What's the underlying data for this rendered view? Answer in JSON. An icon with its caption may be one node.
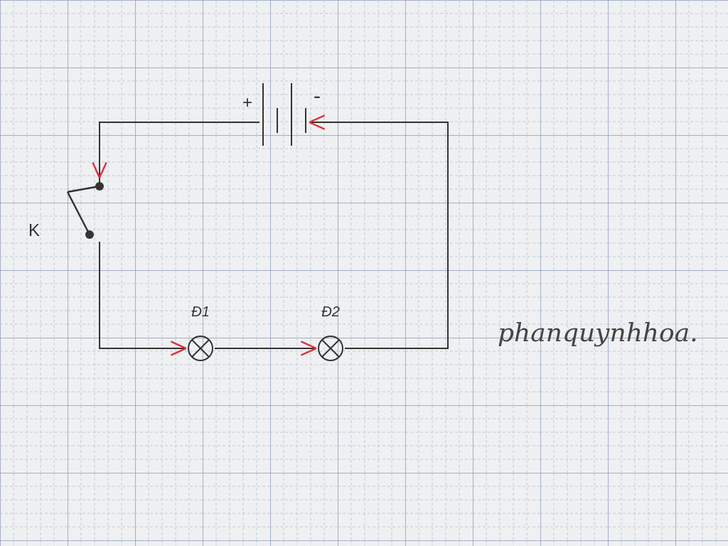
{
  "diagram": {
    "nodes": [
      {
        "text": [
          "+",
          "-"
        ]
      },
      {
        "text": [
          "K"
        ]
      },
      {
        "text": [
          "Đ1"
        ]
      },
      {
        "text": [
          "Đ2"
        ]
      }
    ],
    "edges": [
      {
        "from": 0,
        "to": 1,
        "arrow": "to"
      },
      {
        "from": 1,
        "to": 2,
        "arrow": "to"
      },
      {
        "from": 2,
        "to": 3,
        "arrow": "to"
      },
      {
        "from": 3,
        "to": 0,
        "arrow": "to"
      }
    ],
    "labels": [
      "phanquynhhoa."
    ]
  }
}
